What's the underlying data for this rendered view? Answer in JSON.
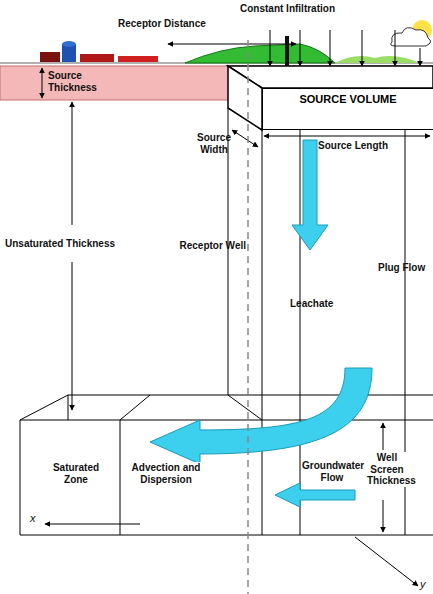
{
  "diagram": {
    "nodes": [
      {
        "text": [
          "SOURCE VOLUME"
        ]
      }
    ],
    "labels": [
      "Receptor Distance",
      "Constant Infiltration",
      "Source Thickness",
      "Source Width",
      "Source Length",
      "Receptor Well",
      "Unsaturated Thickness",
      "Plug Flow",
      "Leachate",
      "Saturated Zone",
      "Advection and Dispersion",
      "Groundwater Flow",
      "Well Screen Thickness",
      "x",
      "y"
    ]
  }
}
